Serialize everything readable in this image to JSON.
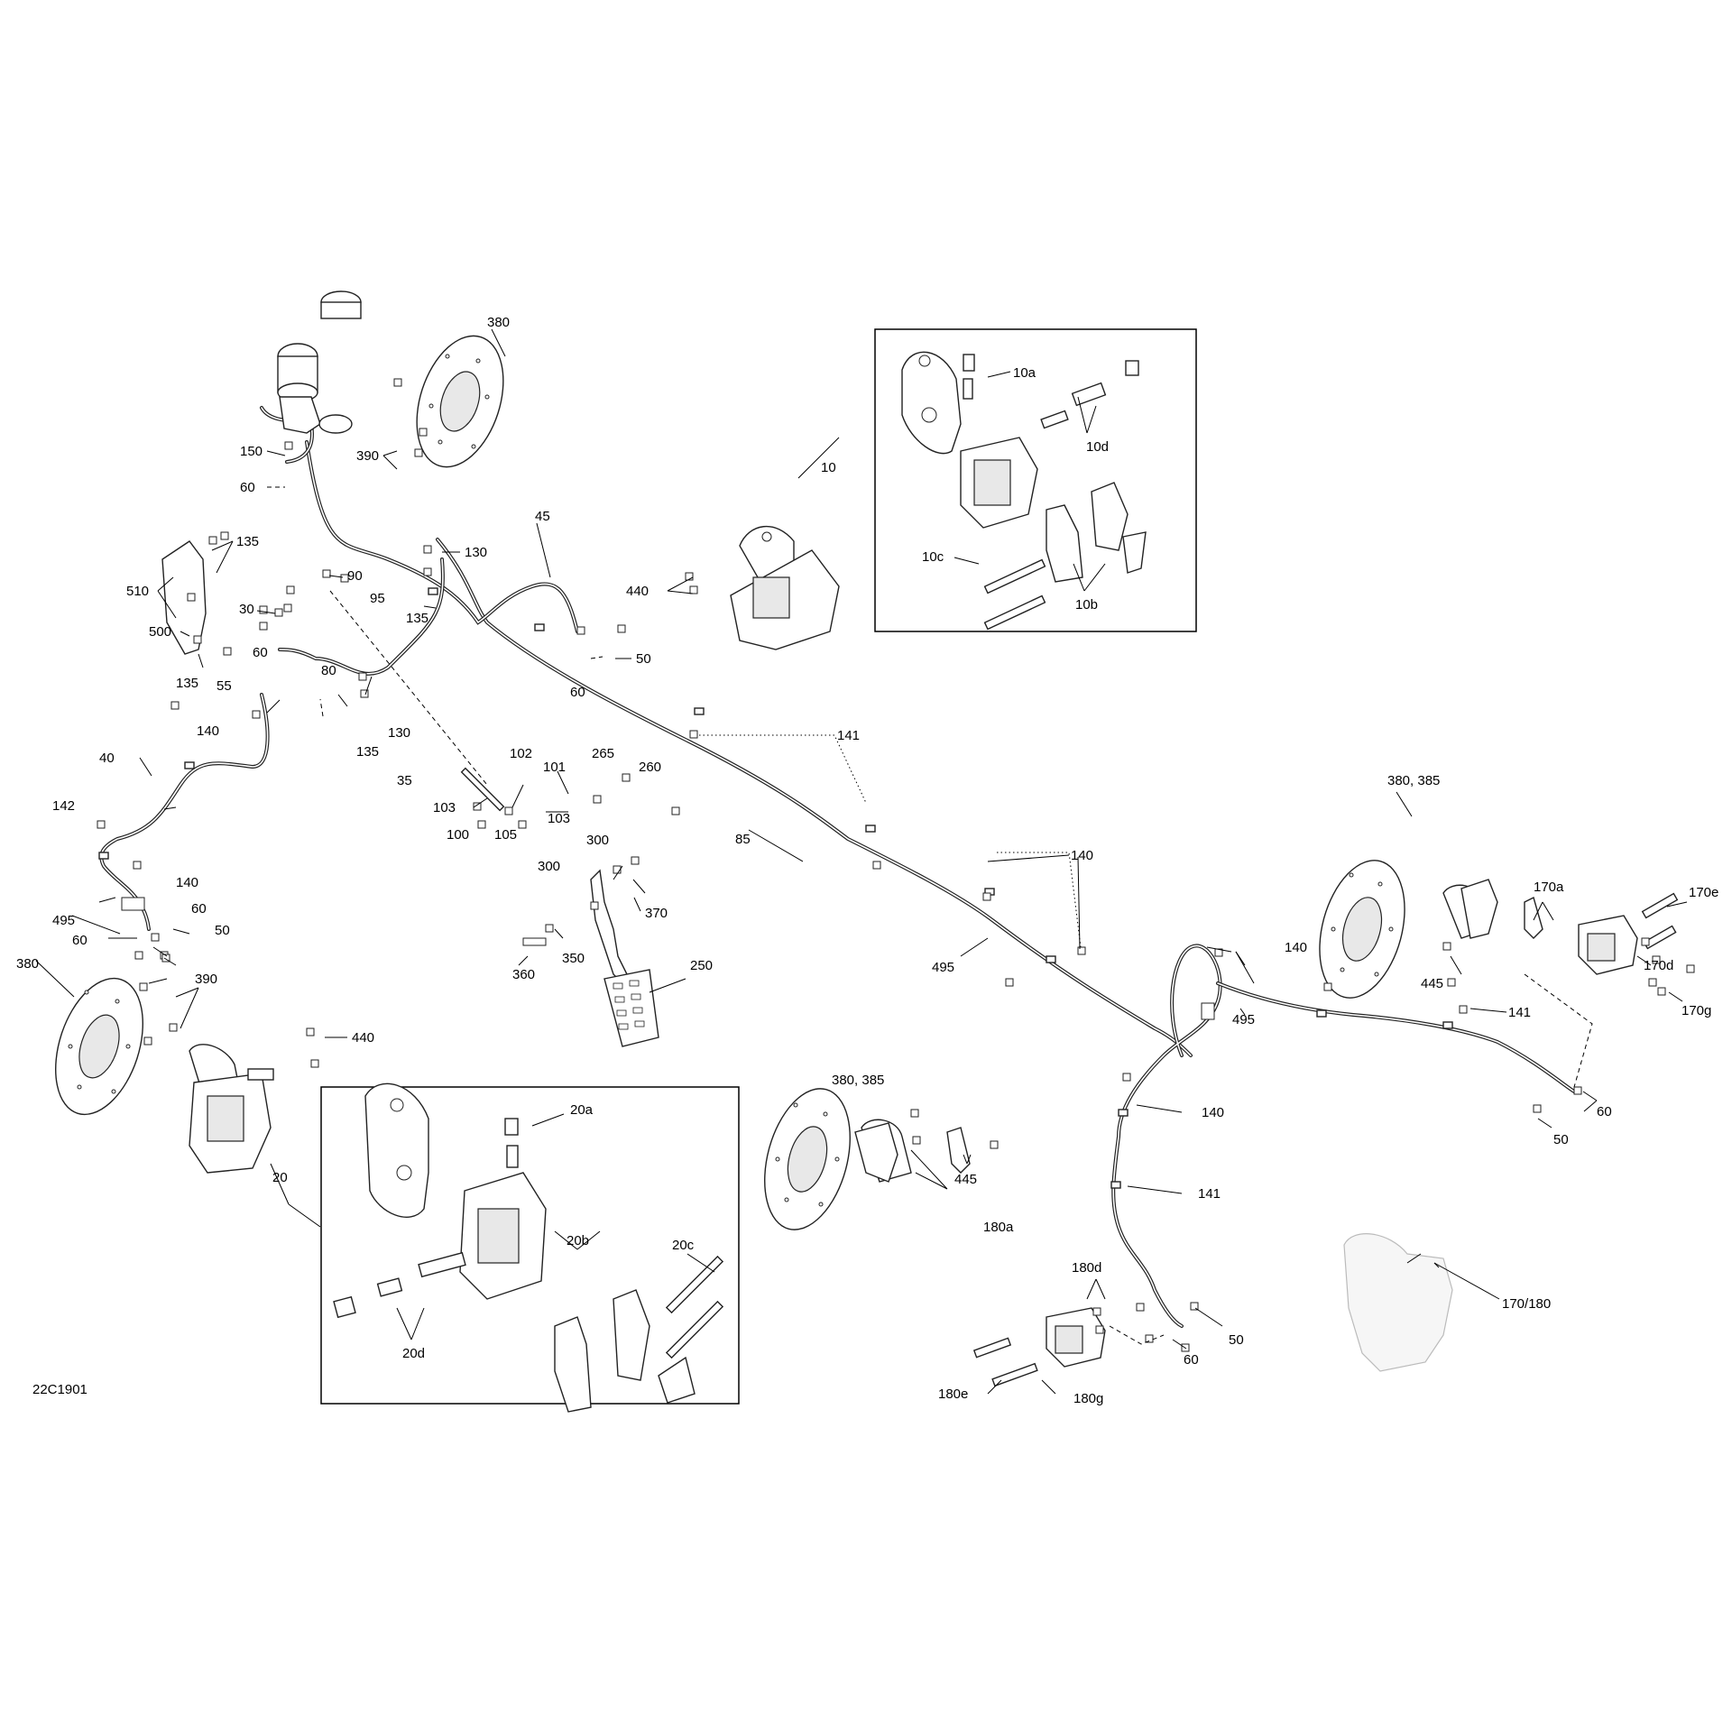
{
  "diagram": {
    "reference_code": "22C1901",
    "callouts": {
      "c380a": "380",
      "c390a": "390",
      "c150": "150",
      "c60a": "60",
      "c135a": "135",
      "c510": "510",
      "c500": "500",
      "c135b": "135",
      "c130a": "130",
      "c90": "90",
      "c30": "30",
      "c95": "95",
      "c135c": "135",
      "c45": "45",
      "c50a": "50",
      "c60b": "60",
      "c60c": "60",
      "c55": "55",
      "c80": "80",
      "c130b": "130",
      "c135d": "135",
      "c140a": "140",
      "c40": "40",
      "c142": "142",
      "c35": "35",
      "c102": "102",
      "c101": "101",
      "c103a": "103",
      "c103b": "103",
      "c100": "100",
      "c105": "105",
      "c265": "265",
      "c260": "260",
      "c141a": "141",
      "c85": "85",
      "c300a": "300",
      "c300b": "300",
      "c370": "370",
      "c350": "350",
      "c360": "360",
      "c250": "250",
      "c140b": "140",
      "c495a": "495",
      "c60d": "60",
      "c60e": "60",
      "c50b": "50",
      "c380b": "380",
      "c390b": "390",
      "c440a": "440",
      "c20": "20",
      "c10": "10",
      "c440b": "440",
      "c10a": "10a",
      "c10d": "10d",
      "c10c": "10c",
      "c10b": "10b",
      "c20a": "20a",
      "c20b": "20b",
      "c20c": "20c",
      "c20d": "20d",
      "c140c": "140",
      "c495b": "495",
      "c380c": "380, 385",
      "c170a": "170a",
      "c170e": "170e",
      "c170d": "170d",
      "c170g": "170g",
      "c445a": "445",
      "c140d": "140",
      "c141b": "141",
      "c495c": "495",
      "c60f": "60",
      "c50c": "50",
      "c140e": "140",
      "c141c": "141",
      "c380d": "380, 385",
      "c445b": "445",
      "c180a": "180a",
      "c180d": "180d",
      "c60g": "60",
      "c50d": "50",
      "c180e": "180e",
      "c180g": "180g",
      "c17080": "170/180"
    }
  }
}
